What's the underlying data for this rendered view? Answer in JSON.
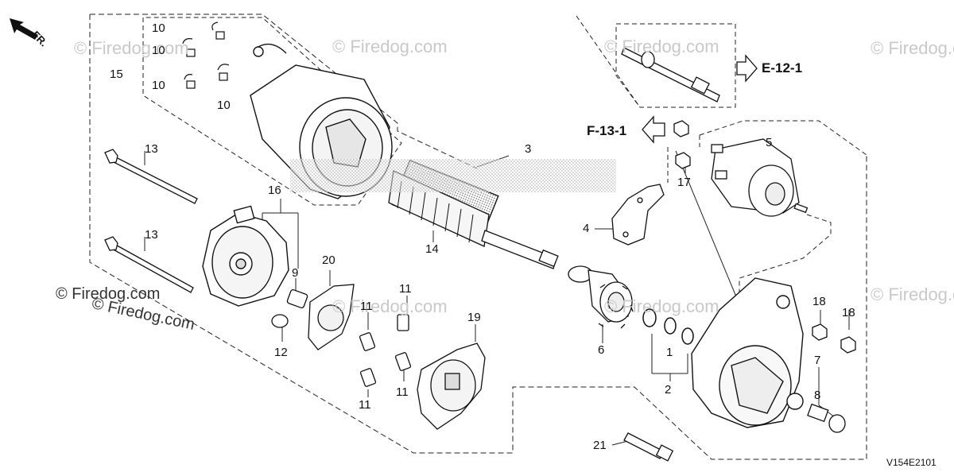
{
  "diagram": {
    "direction_label": "FR.",
    "diagram_code": "V154E2101",
    "watermarks": [
      "© Firedog.com",
      "© Firedog.com",
      "© Firedog.com",
      "© Firedog.com",
      "© Firedog.com",
      "© Firedog.com",
      "© Firedog.com",
      "© Firedog.com"
    ],
    "watermark_dark": "© Firedog.com",
    "references": [
      {
        "id": "ref-e12",
        "text": "E-12-1"
      },
      {
        "id": "ref-f13",
        "text": "F-13-1"
      }
    ],
    "callouts": [
      "10",
      "10",
      "10",
      "10",
      "15",
      "13",
      "13",
      "16",
      "9",
      "12",
      "20",
      "11",
      "11",
      "11",
      "11",
      "11",
      "19",
      "3",
      "14",
      "4",
      "6",
      "1",
      "2",
      "5",
      "17",
      "18",
      "18",
      "7",
      "8",
      "21"
    ]
  }
}
